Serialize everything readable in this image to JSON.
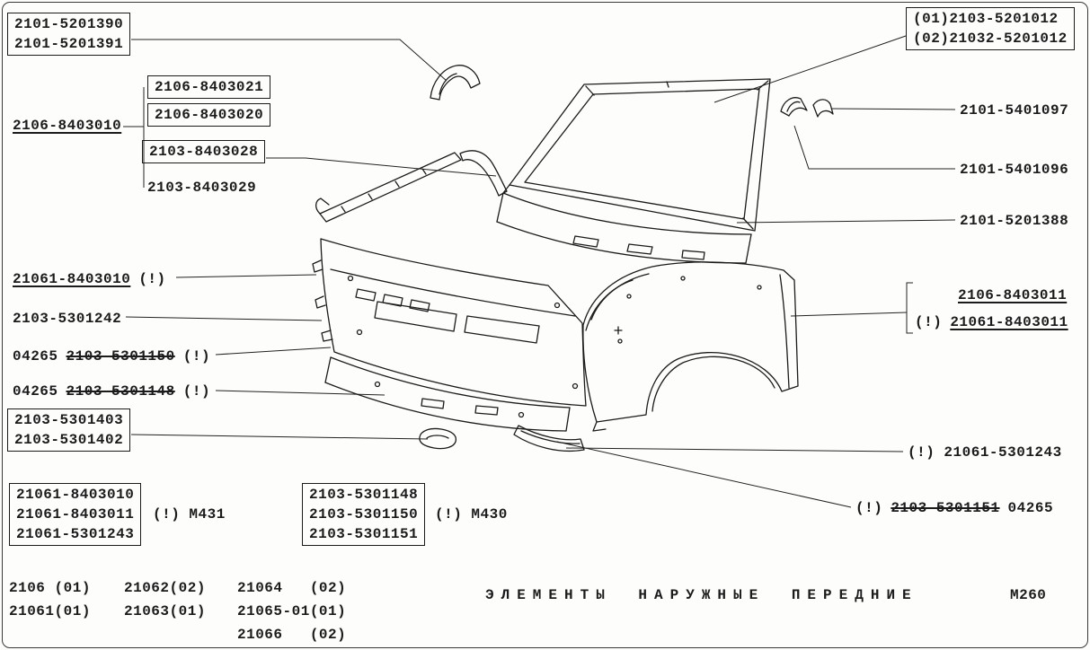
{
  "page": {
    "caption": "ЭЛЕМЕНТЫ НАРУЖНЫЕ ПЕРЕДНИЕ",
    "sheet_code": "М260"
  },
  "labels": {
    "tl_box": [
      "2101-5201390",
      "2101-5201391"
    ],
    "grp_mouldings": {
      "boxed_1": "2106-8403021",
      "left_underlined": "2106-8403010",
      "boxed_2": "2106-8403020",
      "boxed_3": "2103-8403028",
      "plain": "2103-8403029"
    },
    "front_panel_21061": {
      "part": "21061-8403010",
      "suffix": "(!)"
    },
    "grille_2103": "2103-5301242",
    "valance_150": {
      "prefix": "04265",
      "part": "2103-5301150",
      "suffix": "(!)"
    },
    "valance_148": {
      "prefix": "04265",
      "part": "2103-5301148",
      "suffix": "(!)"
    },
    "plate_box": [
      "2103-5301403",
      "2103-5301402"
    ],
    "bl_box": {
      "lines": [
        "21061-8403010",
        "21061-8403011",
        "21061-5301243"
      ],
      "note": "(!) М431"
    },
    "bm_box": {
      "lines": [
        "2103-5301148",
        "2103-5301150",
        "2103-5301151"
      ],
      "note": "(!) М430"
    },
    "tr_box": [
      "(01)2103-5201012",
      "(02)21032-5201012"
    ],
    "r_5401097": "2101-5401097",
    "r_5401096": "2101-5401096",
    "r_5201388": "2101-5201388",
    "r_fender": {
      "line1": "2106-8403011",
      "line2_prefix": "(!)",
      "line2_part": "21061-8403011"
    },
    "r_5301243": "(!) 21061-5301243",
    "r_5301151": {
      "prefix": "(!)",
      "part": "2103-5301151",
      "suffix": "04265"
    }
  },
  "models_table": {
    "col1": [
      "2106 (01)",
      "21061(01)"
    ],
    "col2": [
      "21062(02)",
      "21063(01)"
    ],
    "col3": [
      "21064   (02)",
      "21065-01(01)",
      "21066   (02)"
    ]
  }
}
